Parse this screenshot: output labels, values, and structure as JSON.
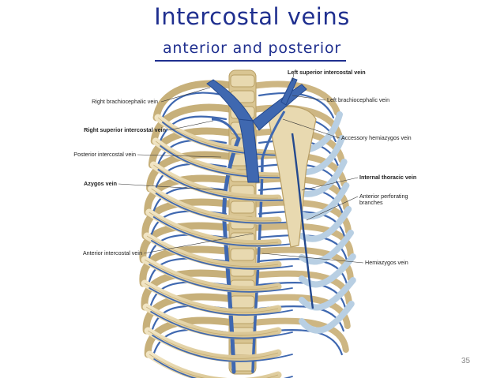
{
  "slide": {
    "title": "Intercostal veins",
    "subtitle": "anterior and posterior",
    "page_number": "35"
  },
  "colors": {
    "title": "#1f2f8f",
    "bone": "#e8d9b0",
    "bone_edge": "#b89e64",
    "vein": "#3f68b0",
    "vein_dark": "#24498e",
    "cartilage": "#b8cfe3"
  },
  "labels": {
    "left_superior_intercostal_vein": "Left superior intercostal vein",
    "right_brachiocephalic_vein": "Right brachiocephalic vein",
    "left_brachiocephalic_vein": "Left brachiocephalic vein",
    "right_superior_intercostal_vein": "Right superior intercostal vein",
    "accessory_hemiazygos_vein": "Accessory hemiazygos vein",
    "posterior_intercostal_vein": "Posterior intercostal vein",
    "azygos_vein": "Azygos vein",
    "internal_thoracic_vein": "Internal thoracic vein",
    "anterior_perforating_branches_1": "Anterior perforating",
    "anterior_perforating_branches_2": "branches",
    "anterior_intercostal_vein": "Anterior intercostal vein",
    "hemiazygos_vein": "Hemiazygos vein"
  }
}
